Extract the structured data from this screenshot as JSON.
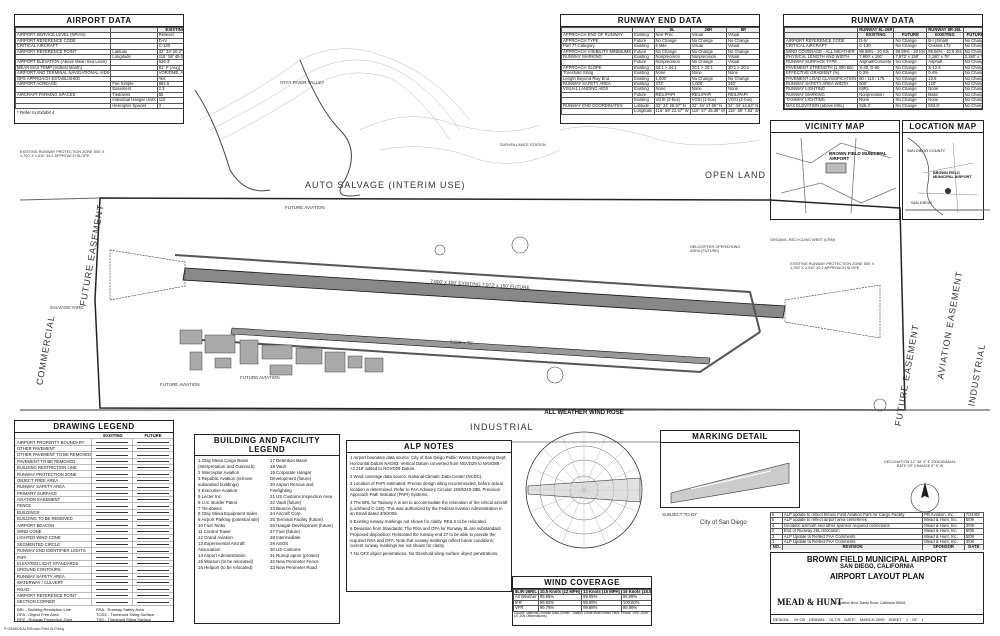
{
  "airport_data": {
    "title": "AIRPORT DATA",
    "cols": [
      "",
      "",
      "EXISTING",
      "FUTURE"
    ],
    "rows": [
      [
        "AIRPORT SERVICE LEVEL (NPIAS)",
        "",
        "Reliever",
        "No Change"
      ],
      [
        "AIRPORT REFERENCE CODE",
        "",
        "D-IV",
        "No Change"
      ],
      [
        "CRITICAL AIRCRAFT",
        "",
        "C-130",
        "No Change"
      ],
      [
        "AIRPORT REFERENCE POINT",
        "Latitude",
        "32° 34' 20.3\" N",
        "32° 34' 20.3\" N"
      ],
      [
        "",
        "Longitude",
        "116° 58' 48.0\" W",
        "116° 58' 48.0\" W"
      ],
      [
        "AIRPORT ELEVATION (Above Mean Sea Level)",
        "",
        "526.3'",
        "No Change"
      ],
      [
        "MEAN MAX TEMP (Hottest Month)",
        "",
        "81° F (Aug)",
        "No Change"
      ],
      [
        "AIRPORT AND TERMINAL NAVIGATIONAL AIDS",
        "",
        "VOR/DME, ASOS",
        "No Change"
      ],
      [
        "GPS APPROACH ESTABLISHED",
        "",
        "Yes",
        "No Change"
      ],
      [
        "AIRPORT ACREAGE",
        "Fee Simple",
        "884.5",
        "No Change"
      ],
      [
        "",
        "Easement",
        "2.3",
        "No Change"
      ],
      [
        "AIRCRAFT PARKING SPACES",
        "Tiedowns",
        "65",
        "No Change"
      ],
      [
        "",
        "Individual Hangar Units",
        "110",
        "No Change"
      ],
      [
        "",
        "Helicopter Spaces",
        "3",
        "No Change"
      ]
    ],
    "footnote": "* Refer to Exhibit 4"
  },
  "runway_end_data": {
    "title": "RUNWAY END DATA",
    "cols": [
      "",
      "",
      "8L",
      "26R",
      "8R",
      "26L"
    ],
    "rows": [
      [
        "APPROACH END OF RUNWAY",
        "Existing",
        "Non-Prec",
        "Visual",
        "Visual",
        "Visual"
      ],
      [
        "APPROACH TYPE",
        "Future",
        "No Change",
        "No Change",
        "No Change",
        "No Change"
      ],
      [
        "Part 77 Category",
        "Existing",
        "5 Mile",
        "Visual",
        "Visual",
        "Visual"
      ],
      [
        "APPROACH VISIBILITY MINIMUMS",
        "Future",
        "No Change",
        "No Change",
        "No Change",
        "No Change"
      ],
      [
        "RUNWAY MARKING",
        "Existing",
        "Nonprecision",
        "Nonprecision",
        "Visual",
        "Visual"
      ],
      [
        "",
        "Future",
        "Nonprecision",
        "No Change",
        "Visual",
        "Visual"
      ],
      [
        "APPROACH SLOPE",
        "Existing",
        "34:1 > 34:1",
        "20:1 > 20:1",
        "20:1 > 20:1",
        "20:1 > 20:1"
      ],
      [
        "Threshold Siting",
        "Existing",
        "None",
        "None",
        "None",
        "None"
      ],
      [
        "Length Beyond Rwy End",
        "Existing",
        "1,000'",
        "No Change",
        "No Change",
        "No Change"
      ],
      [
        "RUNWAY SAFETY AREA",
        "Existing",
        "373'",
        "1,000'",
        "240'",
        "240'"
      ],
      [
        "VISUAL LANDING AIDS",
        "Existing",
        "None",
        "None",
        "None",
        "None"
      ],
      [
        "",
        "Future",
        "REIL/PAPI",
        "REIL/PAPI",
        "REIL/PAPI",
        "REIL/PAPI"
      ],
      [
        "",
        "Existing",
        "VGSI (2-box)",
        "VGSI (2-box)",
        "VGSI (2-box)",
        "VGSI (2-box)"
      ],
      [
        "RUNWAY END COORDINATES",
        "Latitude",
        "32° 34' 28.57\" N",
        "32° 34' 17.95\" N",
        "32° 34' 14.63\" N",
        "32° 34' 8.07\" N"
      ],
      [
        "",
        "Longitude",
        "116° 59' 22.57\" W",
        "116° 57' 45.38\" W",
        "116° 59' 7.83\" W",
        "116° 58' 36.95\" W"
      ]
    ]
  },
  "runway_data": {
    "title": "RUNWAY DATA",
    "cols": [
      "",
      "RUNWAY 8L-26R",
      "",
      "RUNWAY 8R-26L",
      ""
    ],
    "subcols": [
      "",
      "EXISTING",
      "FUTURE",
      "EXISTING",
      "FUTURE"
    ],
    "rows": [
      [
        "AIRPORT REFERENCE CODE",
        "D-IV",
        "No Change",
        "B-I (Small)",
        "No Change"
      ],
      [
        "CRITICAL AIRCRAFT",
        "C-130",
        "No Change",
        "Cessna 172",
        "No Change"
      ],
      [
        "WIND COVERAGE - ALL WEATHER",
        "99.99% - 20 Kts",
        "99.99% - 20 Kts",
        "99.66% - 10.5 Kts",
        "No Change"
      ],
      [
        "PHYSICAL LENGTH AND WIDTH",
        "7,900' x 150'",
        "7,972' x 150'",
        "3,180' x 75'",
        "3,180' x 75'"
      ],
      [
        "RUNWAY SURFACE TYPE",
        "Asphalt/Concrete",
        "No Change",
        "Asphalt",
        "No Change"
      ],
      [
        "PAVEMENT STRENGTH (1,000 lbs)",
        "S-30, D-60",
        "No Change",
        "S-12.5",
        "No Change"
      ],
      [
        "EFFECTIVE GRADIENT (%)",
        "0.3%",
        "No Change",
        "0.4%",
        "No Change"
      ],
      [
        "PAVEMENT LOAD CLASSIFICATION",
        "80 / 110 / 175",
        "No Change",
        "12.5",
        "No Change"
      ],
      [
        "RUNWAY SAFETY AREA WIDTH",
        "500'",
        "No Change",
        "120'",
        "No Change"
      ],
      [
        "RUNWAY LIGHTING",
        "MIRL",
        "No Change",
        "None",
        "No Change"
      ],
      [
        "RUNWAY MARKING",
        "Nonprecision",
        "No Change",
        "Basic",
        "No Change"
      ],
      [
        "TAXIWAY LIGHTING",
        "None",
        "No Change",
        "None",
        "No Change"
      ],
      [
        "MAX ELEVATION (above MSL)",
        "526.3'",
        "No Change",
        "504.8'",
        "No Change"
      ]
    ]
  },
  "vicinity_map": {
    "title": "VICINITY MAP",
    "label": "BROWN FIELD MUNICIPAL AIRPORT"
  },
  "location_map": {
    "title": "LOCATION MAP",
    "label": "BROWN FIELD MUNICIPAL AIRPORT",
    "county": "SAN DIEGO COUNTY",
    "city": "SAN DIEGO"
  },
  "map_labels": {
    "otay_river": "OTAY RIVER VALLEY",
    "auto_salvage": "AUTO SALVAGE (INTERIM USE)",
    "open_land": "OPEN LAND",
    "future_aviation_1": "FUTURE AVIATION",
    "future_aviation_2": "FUTURE AVIATION",
    "future_aviation_3": "FUTURE AVIATION",
    "future_easement_left": "FUTURE EASEMENT",
    "future_easement_right": "FUTURE EASEMENT",
    "aviation_easement": "AVIATION EASEMENT",
    "commercial": "COMMERCIAL",
    "industrial_right": "INDUSTRIAL",
    "industrial_bottom": "INDUSTRIAL",
    "salvage_yard": "SALVAGE YARD",
    "runway_label_1": "7,900' x 150' EXISTING  7,972' x 150' FUTURE",
    "runway_label_2": "3,180' x 75'",
    "rpz_top_left": "EXISTING RUNWAY PROTECTION ZONE 500' X 1,700' X 1,010' 34:1 APPROACH SLOPE",
    "rpz_right": "EXISTING RUNWAY PROTECTION ZONE 500' X 1,700' X 1,010' 20:1 APPROACH SLOPE",
    "helicopter": "HELICOPTER OPERATIONS AREA (FUTURE)",
    "organic": "ORGANIC RECYCLING WEST (CRM)",
    "surveillance": "SURVEILLANCE STATION",
    "subject_to": "SUBJECT TO BY",
    "city_of_sd": "City of San Diego"
  },
  "drawing_legend": {
    "title": "DRAWING LEGEND",
    "cols": [
      "",
      "EXISTING",
      "FUTURE"
    ],
    "items": [
      "AIRPORT PROPERTY BOUNDARY",
      "OTHER PAVEMENT",
      "OTHER PAVEMENT TO BE REMOVED",
      "PAVEMENT TO BE REMOVED",
      "BUILDING RESTRICTION LINE",
      "RUNWAY PROTECTION ZONE",
      "OBJECT FREE AREA",
      "RUNWAY SAFETY AREA",
      "PRIMARY SURFACE",
      "AVIATION EASEMENT",
      "FENCE",
      "BUILDINGS",
      "BUILDING TO BE REMOVED",
      "AIRPORT BEACON",
      "WIND CONE",
      "LIGHTED WIND CONE",
      "SEGMENTED CIRCLE",
      "RUNWAY END IDENTIFIER LIGHTS",
      "PAPI",
      "ELEVATED LIGHT STANDARDS",
      "GROUND CONTOURS",
      "RUNWAY SAFETY AREA",
      "WATERWAY / CULVERT",
      "ROAD",
      "AIRPORT REFERENCE POINT",
      "SECTION CORNER"
    ],
    "abbr": [
      "BRL - Building Restriction Line",
      "OFA - Object Free Area",
      "RPZ - Runway Protection Zone",
      "RSA - Runway Safety Area",
      "TODZ - Threshold Siting Surface",
      "TSS - Threshold Siting Surface"
    ]
  },
  "building_legend": {
    "title": "BUILDING AND FACILITY LEGEND",
    "items": [
      "1 Otay Mesa Cargo Basin (Interpretation and Outreach)",
      "2 Interceptor Aviation",
      "3 Republic Aviation (remove subandard buildings)",
      "4 Executive Aviation",
      "5 Lecter Inc.",
      "6 U.S. Border Patrol",
      "7 Tie-downs",
      "8 Otay Mesa Equipment Sales",
      "9 Airport Parking (potential site)",
      "10 Fuel Tanks",
      "11 Control Tower",
      "12 Grand Aviation",
      "13 Experimental Aircraft Association",
      "14 Airport Administration",
      "15 Wasson (to be relocated)",
      "16 Heliport (to be relocated)",
      "17 Detention Basin",
      "18 Vault",
      "19 Corporate Hangar Development (future)",
      "20 Airport Rescue and Firefighting",
      "21 US Customs Inspection Area",
      "22 Vault (future)",
      "23 Beacon (future)",
      "24 Aircraft Corp.",
      "25 Terminal Facility (future)",
      "26 Hangar Development (future)",
      "27 Fuel (future)",
      "28 Intermediate",
      "29 ASOS",
      "30 US Customs",
      "31 Runup apron (protect)",
      "32 New Perimeter Fence",
      "33 New Perimeter Road"
    ]
  },
  "alp_notes": {
    "title": "ALP NOTES",
    "items": [
      "1 Airport boundary data source: City of San Diego Public Works Engineering Dept; Horizontal Datum NAD83; Vertical Datum converted from NGVD29 to NAVD88 - +2.219' added to NGVD29 Datum.",
      "2 Wind coverage data source: National Climatic Data Center (NCDC).",
      "3 Location of PAPI estimated. Precise design siting recommended, before actual location is determined. Refer to FAA Advisory Circular 150/5340-28B, Precision Approach Path Indicator (PAPI) Systems.",
      "4 The BRL for Taxiway A is set to accommodate the relocation of the critical aircraft (Lockheed C-130). This was authorized by the Federal Aviation Administration in an Email dated 3/9/2009.",
      "5 Existing runway markings not shown for clarity. REILS to be relocated.",
      "6 Deviation from Standards: The RSA and OFA for Runway 8L are substandard. Proposed disposition: Relocated the runway end 27 to be able to provide the required RSA and OFA. Note that runway markings reflect future conditions; current runway markings are not shown for clarity.",
      "7 No OFZ object penetrations. No threshold siting surface object penetrations."
    ]
  },
  "wind_rose": {
    "title": "ALL WEATHER WIND ROSE"
  },
  "wind_coverage": {
    "title": "WIND COVERAGE",
    "cols": [
      "8L/R-26R/L",
      "10.5 Knots (12 MPH)",
      "13 Knots (15 MPH)",
      "16 Knots (18.5 MPH)"
    ],
    "rows": [
      [
        "All Weather",
        "99.66%",
        "99.85%",
        "99.99%"
      ],
      [
        "IFR",
        "99.93%",
        "99.99%",
        "100.00%"
      ],
      [
        "VFR",
        "99.79%",
        "99.88%",
        "99.99%"
      ]
    ],
    "source": "Source: National Climatic Data Center - Station Chula Vista Brown Field. Period: 1997-2006 (47,206 Observations)."
  },
  "marking_detail": {
    "title": "MARKING DETAIL",
    "declination": "DECLINATION 12° 36' 0\" E 2008 ANNUAL RATE OF CHANGE 0° 5' W"
  },
  "revisions": {
    "cols": [
      "NO.",
      "REVISION",
      "SPONSOR",
      "DATE"
    ],
    "rows": [
      [
        "1",
        "ALP Update to Reflect FAA Comments",
        "Mead & Hunt, Inc.",
        "3/08"
      ],
      [
        "2",
        "ALP Update to Reflect FAA Comments",
        "Mead & Hunt, Inc.",
        "5/08"
      ],
      [
        "3",
        "End of Runway 26L relocation",
        "Mead & Hunt, Inc.",
        "6/08"
      ],
      [
        "4",
        "Geodetic azimuth and other sponsor required corrections",
        "Mead & Hunt, Inc.",
        "3/09"
      ],
      [
        "5",
        "ALP update to reflect airport area centerlines",
        "Mead & Hunt, Inc.",
        "5/09"
      ],
      [
        "6",
        "ALP update to reflect Brown Field Aviation Park Air Cargo Facility",
        "PB Aviation, Inc.",
        "7/21/09"
      ]
    ]
  },
  "title_block": {
    "airport": "BROWN FIELD MUNICIPAL AIRPORT",
    "city": "SAN DIEGO, CALIFORNIA",
    "sheet_title": "AIRPORT LAYOUT PLAN",
    "firm": "MEAD & HUNT",
    "firm_address": "133 Aviation Blvd, Santa Rosa, California 95403",
    "design_label": "DESIGN:",
    "design_val": "JH CB",
    "drawn_label": "DRAWN:",
    "drawn_val": "GLT/S",
    "date_label": "DATE:",
    "date_val": "MARCH 2009",
    "sheet_label": "SHEET",
    "sheet_val": "1",
    "of_label": "OF",
    "of_val": "1"
  },
  "file_path": "P:\\2548\\09\\ALP\\Brown Field ALP.dwg"
}
